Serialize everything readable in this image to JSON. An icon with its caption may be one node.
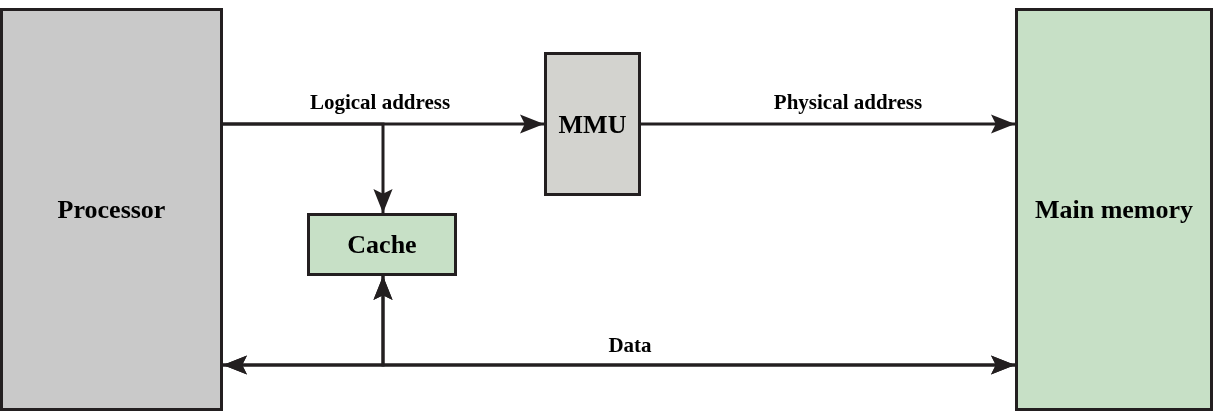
{
  "diagram": {
    "nodes": [
      {
        "text": [
          "Processor"
        ]
      },
      {
        "text": [
          "MMU"
        ]
      },
      {
        "text": [
          "Cache"
        ]
      },
      {
        "text": [
          "Main memory"
        ]
      }
    ],
    "edges": [
      {
        "from": 0,
        "to": 1,
        "arrow": "to",
        "label": "Logical address"
      },
      {
        "from": 0,
        "to": 2,
        "arrow": "to"
      },
      {
        "from": 1,
        "to": 3,
        "arrow": "to",
        "label": "Physical address"
      },
      {
        "from": 0,
        "to": 3,
        "arrow": "both",
        "label": "Data"
      },
      {
        "from": 2,
        "to": 0,
        "arrow": "both"
      },
      {
        "from": 2,
        "to": 3,
        "arrow": "both"
      }
    ]
  }
}
